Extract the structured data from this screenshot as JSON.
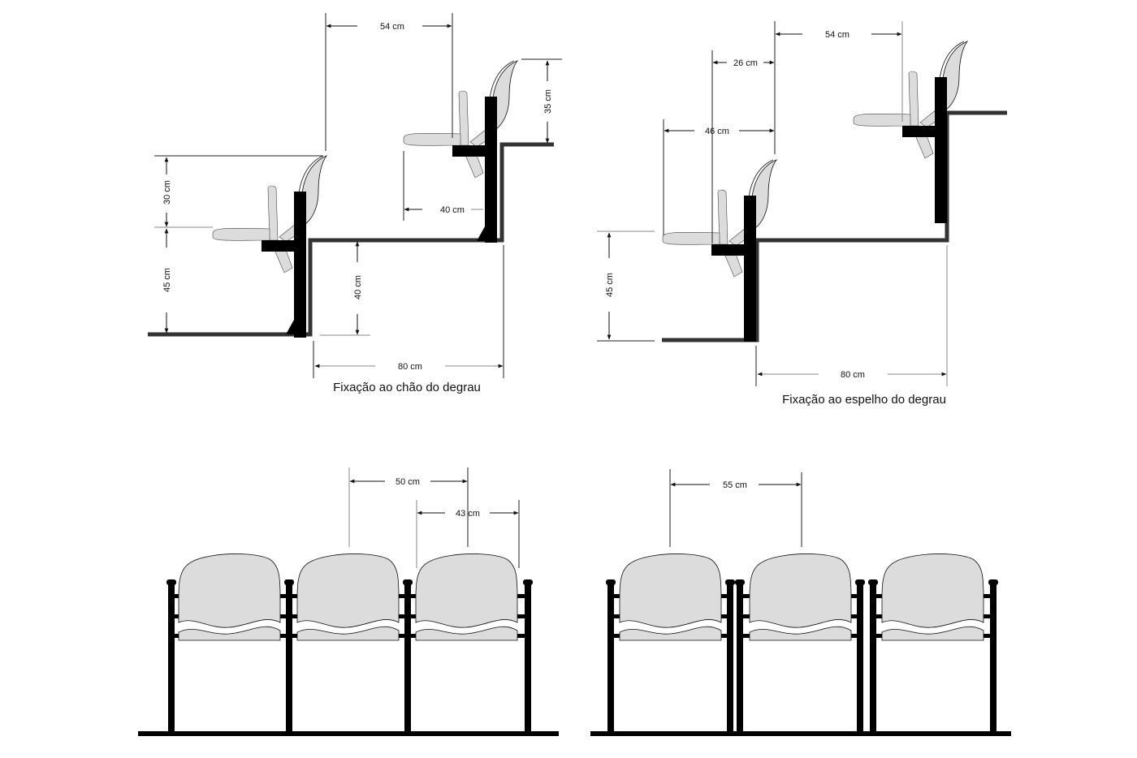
{
  "colors": {
    "background": "#ffffff",
    "line": "#111111",
    "floor": "#333333",
    "seat_fill": "#dcdcdc",
    "post": "#000000"
  },
  "diagrams": {
    "floor_mount": {
      "caption": "Fixação ao chão do degrau",
      "dims": {
        "row_spacing": "54 cm",
        "back_height_upper": "35 cm",
        "back_height_lower": "30 cm",
        "seat_height": "45 cm",
        "seat_depth_clear": "40 cm",
        "step_height": "40 cm",
        "step_depth": "80 cm"
      }
    },
    "riser_mount": {
      "caption": "Fixação ao espelho do degrau",
      "dims": {
        "row_spacing": "54 cm",
        "clearance_folded": "26 cm",
        "clearance_unfolded": "46 cm",
        "seat_height": "45 cm",
        "step_depth": "80 cm"
      }
    },
    "beam_row_shared": {
      "dims": {
        "center_spacing": "50 cm",
        "seat_width": "43 cm"
      }
    },
    "beam_row_separate": {
      "dims": {
        "center_spacing": "55 cm"
      }
    }
  }
}
